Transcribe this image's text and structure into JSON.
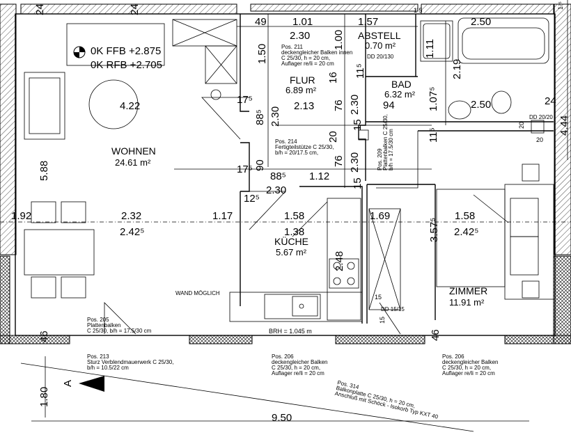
{
  "rooms": {
    "wohnen": {
      "name": "WOHNEN",
      "area": "24.61 m²"
    },
    "flur": {
      "name": "FLUR",
      "area": "6.89 m²"
    },
    "bad": {
      "name": "BAD",
      "area": "6.32 m²"
    },
    "abstell": {
      "name": "ABSTELL",
      "area": "0.70 m²"
    },
    "kueche": {
      "name": "KÜCHE",
      "area": "5.67 m²"
    },
    "zimmer": {
      "name": "ZIMMER",
      "area": "11.91 m²"
    }
  },
  "levels": {
    "ffb": "0K  FFB  +2.875",
    "rfb": "0K  RFB  +2.705"
  },
  "dims": {
    "d_24_left": "24",
    "d_24_top": "24",
    "d_49": "49",
    "d_1_01": "1.01",
    "d_1_57": "1.57",
    "d_2_50_top": "2.50",
    "d_1_5": "1 5",
    "d_1_75": "1⁷⁵",
    "d_2_30_a": "2.30",
    "d_1_50": "1.50",
    "d_1_00": "1.00",
    "d_1_11": "1.11",
    "d_4_22": "4.22",
    "d_17_a": "17⁵",
    "d_2_13": "2.13",
    "d_16": "16",
    "d_76_a": "76",
    "d_2_30_b": "2.30",
    "d_11_a": "11⁵",
    "d_94": "94",
    "d_2_19": "2.19",
    "d_1_07": "1.07⁵",
    "d_2_50_bad": "2.50",
    "d_24_right": "24",
    "d_4_44": "4.44",
    "d_88_a": "88⁵",
    "d_2_30_c": "2.30",
    "d_15_a": "15",
    "d_20_a": "20",
    "d_11_b": "11⁵",
    "d_5_88": "5.88",
    "d_17_b": "17⁵",
    "d_90": "90",
    "d_88_b": "88⁵",
    "d_1_12": "1.12",
    "d_76_b": "76",
    "d_2_30_d": "2.30",
    "d_15_b": "15",
    "d_2_30_e": "2.30",
    "d_12": "12⁵",
    "d_1_92": "1.92",
    "d_2_32": "2.32",
    "d_1_17": "1.17",
    "d_1_58_a": "1.58",
    "d_1_69": "1.69",
    "d_1_58_b": "1.58",
    "d_2_42_a": "2.42⁵",
    "d_1_38": "1.38",
    "d_3_57": "3.57⁵",
    "d_2_42_b": "2.42⁵",
    "d_2_48": "2.48",
    "d_46_a": "46",
    "d_46_b": "46",
    "d_1_80": "1.80",
    "d_9_50": "9.50",
    "d_20_r1": "20",
    "d_20_r2": "20",
    "d_15_c": "15",
    "d_15_d": "15"
  },
  "notes": {
    "pos211": [
      "Pos. 211",
      "deckengleicher Balken innen",
      "C 25/30, h = 20 cm,",
      "Auflager re/li = 20 cm"
    ],
    "dd_abstell": "DD 20/130",
    "pos214": [
      "Pos. 214",
      "Fertigteilstütze C 25/30,",
      "b/h = 20/17.5 cm,"
    ],
    "pos209": [
      "Pos. 209",
      "Plattenbalken C 25/30,",
      "b/h = 17.5/30 cm"
    ],
    "dd_bad": "DD 20/20",
    "wand": "WAND MÖGLICH",
    "pos205": [
      "Pos. 205",
      "Plattenbalken",
      "C 25/30, b/h = 17.5/30 cm"
    ],
    "brh": "BRH = 1.045 m",
    "dd_kueche": "DD 15/15",
    "pos213": [
      "Pos. 213",
      "Sturz Verblendmauerwerk C 25/30,",
      "b/h = 10.5/22 cm"
    ],
    "pos206_a": [
      "Pos. 206",
      "deckengleicher Balken",
      "C 25/30, h = 20 cm,",
      "Auflager re/li = 20 cm"
    ],
    "pos206_b": [
      "Pos. 206",
      "deckengleicher Balken",
      "C 25/30, h = 20 cm,",
      "Auflager re/li = 20 cm"
    ],
    "pos314": [
      "Pos. 314",
      "Balkonplatte C 25/30, h = 20 cm,",
      "Anschluß mit Schöck - Isokorb Typ KXT 40"
    ],
    "section": "A"
  }
}
